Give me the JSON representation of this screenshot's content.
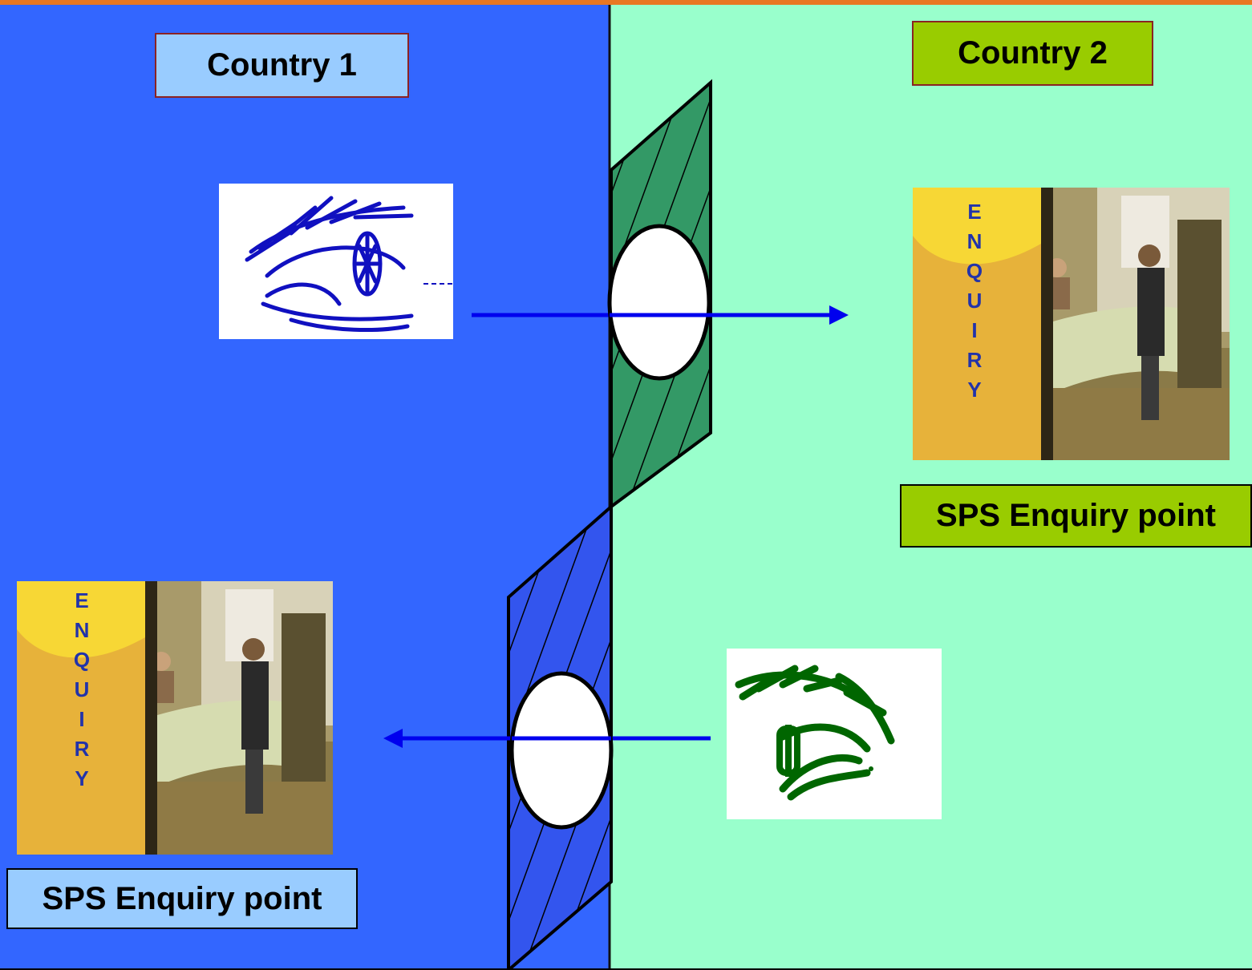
{
  "regions": {
    "left": {
      "name": "Country 1",
      "color": "#3366ff",
      "label_bg": "#99ccff"
    },
    "right": {
      "name": "Country 2",
      "color": "#99ffcc",
      "label_bg": "#99cc00"
    }
  },
  "enquiry_points": {
    "right_label": "SPS Enquiry point",
    "left_label": "SPS Enquiry point"
  },
  "photo_sign": {
    "letters": [
      "E",
      "N",
      "Q",
      "U",
      "I",
      "R",
      "Y"
    ]
  },
  "icons": {
    "eye_country1": "eye-icon-blue",
    "eye_country2": "eye-icon-green",
    "window_top": "hatched-window-green",
    "window_bottom": "hatched-window-blue"
  },
  "colors": {
    "arrow": "#0000ee",
    "top_border": "#e87722",
    "eye_blue": "#1010c0",
    "eye_green": "#006600",
    "hatch_green": "#339966",
    "hatch_blue": "#3355ee"
  }
}
